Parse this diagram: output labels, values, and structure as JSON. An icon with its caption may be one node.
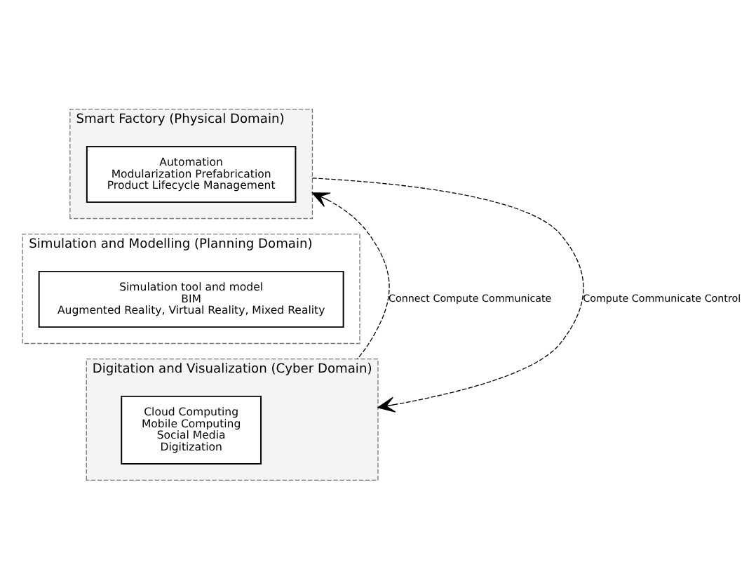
{
  "diagram": {
    "nodes": [
      {
        "text": [
          "Smart Factory (Physical Domain)"
        ]
      },
      {
        "text": [
          "Automation",
          "Modularization Prefabrication",
          "Product Lifecycle Management"
        ],
        "in": 0
      },
      {
        "text": [
          "Simulation and Modelling (Planning Domain)"
        ]
      },
      {
        "text": [
          "Simulation tool and model",
          "BIM",
          "Augmented Reality, Virtual Reality, Mixed Reality"
        ],
        "in": 2
      },
      {
        "text": [
          "Digitation and Visualization (Cyber Domain)"
        ]
      },
      {
        "text": [
          "Cloud Computing",
          "Mobile Computing",
          "Social Media",
          "Digitization"
        ],
        "in": 4
      }
    ],
    "edges": [
      {
        "from": 4,
        "to": 0,
        "arrow": "to",
        "label": "Connect Compute Communicate",
        "style": "dashed"
      },
      {
        "from": 0,
        "to": 4,
        "arrow": "to",
        "label": "Compute Communicate Control",
        "style": "dashed"
      }
    ]
  }
}
